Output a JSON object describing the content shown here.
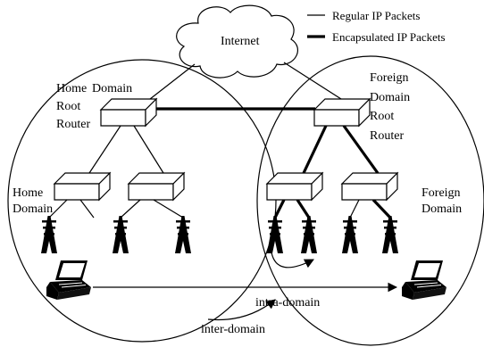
{
  "legend": {
    "regular": "Regular IP Packets",
    "encapsulated": "Encapsulated IP Packets"
  },
  "cloud_label": "Internet",
  "home": {
    "router_label_1": "Home",
    "router_label_2": "Domain",
    "router_label_3": "Root",
    "router_label_4": "Router",
    "domain_label_1": "Home",
    "domain_label_2": "Domain"
  },
  "foreign": {
    "router_label_1": "Foreign",
    "router_label_2": "Domain",
    "router_label_3": "Root",
    "router_label_4": "Router",
    "domain_label_1": "Foreign",
    "domain_label_2": "Domain"
  },
  "arrows": {
    "intra": "intra-domain",
    "inter": "inter-domain"
  },
  "colors": {
    "line": "#000000",
    "fill": "#ffffff"
  }
}
